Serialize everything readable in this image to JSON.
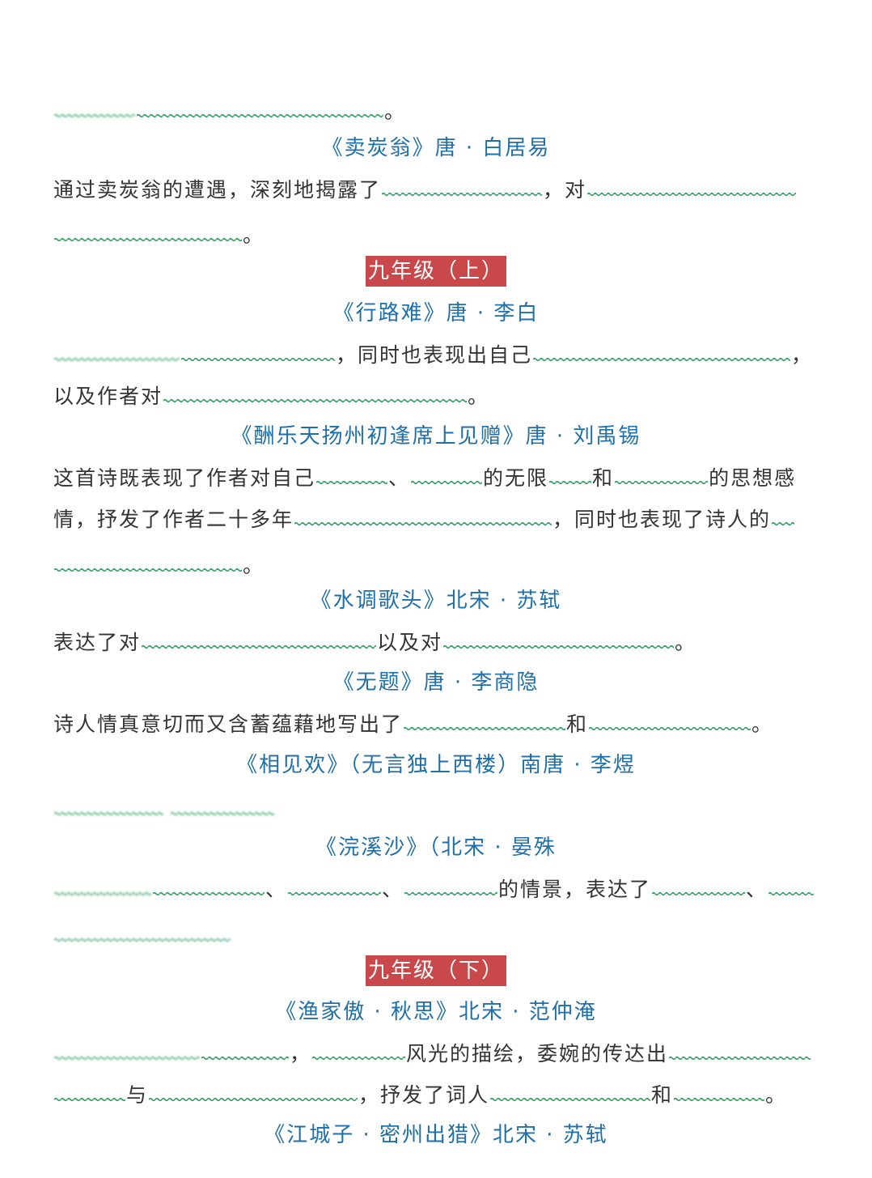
{
  "sections": {
    "top_end": "。",
    "maitanweng": {
      "title": "《卖炭翁》唐 · 白居易",
      "l1a": "通过卖炭翁的遭遇，深刻地揭露了",
      "l1b": "，对",
      "l2a": "。"
    },
    "grade9a": "九年级（上）",
    "xinglunan": {
      "title": "《行路难》唐 · 李白",
      "l1a": "，同时也表现出自己",
      "l1b": "，",
      "l2a": "以及作者对",
      "l2b": "。"
    },
    "choulet": {
      "title": "《酬乐天扬州初逢席上见赠》唐 · 刘禹锡",
      "l1a": "这首诗既表现了作者对自己",
      "l1b": "、",
      "l1c": "的无限",
      "l1d": "和",
      "l1e": "的思想感",
      "l2a": "情，抒发了作者二十多年",
      "l2b": "，同时也表现了诗人的",
      "l3a": "。"
    },
    "shuidiao": {
      "title": "《水调歌头》北宋 · 苏轼",
      "l1a": "表达了对",
      "l1b": "以及对",
      "l1c": "。"
    },
    "wuti": {
      "title": "《无题》唐 · 李商隐",
      "l1a": "诗人情真意切而又含蓄蕴藉地写出了",
      "l1b": "和",
      "l1c": "。"
    },
    "xiangjianhuan": {
      "title": "《相见欢》（无言独上西楼）南唐 · 李煜"
    },
    "huanxisha": {
      "title": "《浣溪沙》（北宋 · 晏殊",
      "l1a": "、",
      "l1b": "、",
      "l1c": "的情景，表达了",
      "l1d": "、"
    },
    "grade9b": "九年级（下）",
    "yujiaao": {
      "title": "《渔家傲 · 秋思》北宋 · 范仲淹",
      "l1a": "，",
      "l1b": "风光的描绘，委婉的传达出",
      "l2a": "与",
      "l2b": "，抒发了词人",
      "l2c": "和",
      "l2d": "。"
    },
    "jiangchengzi": {
      "title": "《江城子 · 密州出猎》北宋 · 苏轼"
    }
  }
}
